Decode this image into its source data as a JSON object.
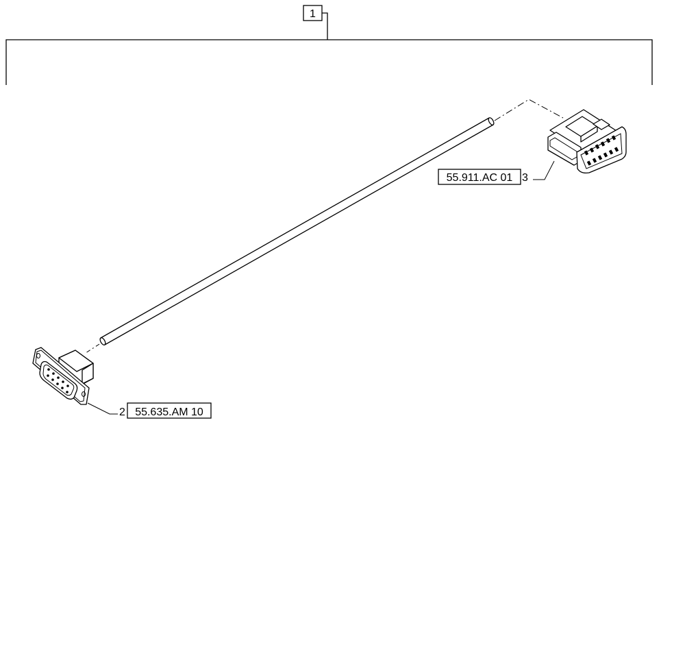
{
  "diagram": {
    "assembly_item": "1",
    "callouts": [
      {
        "item": "3",
        "reference": "55.911.AC 01"
      },
      {
        "item": "2",
        "reference": "55.635.AM 10"
      }
    ]
  },
  "colors": {
    "line": "#000000",
    "background": "#ffffff"
  }
}
